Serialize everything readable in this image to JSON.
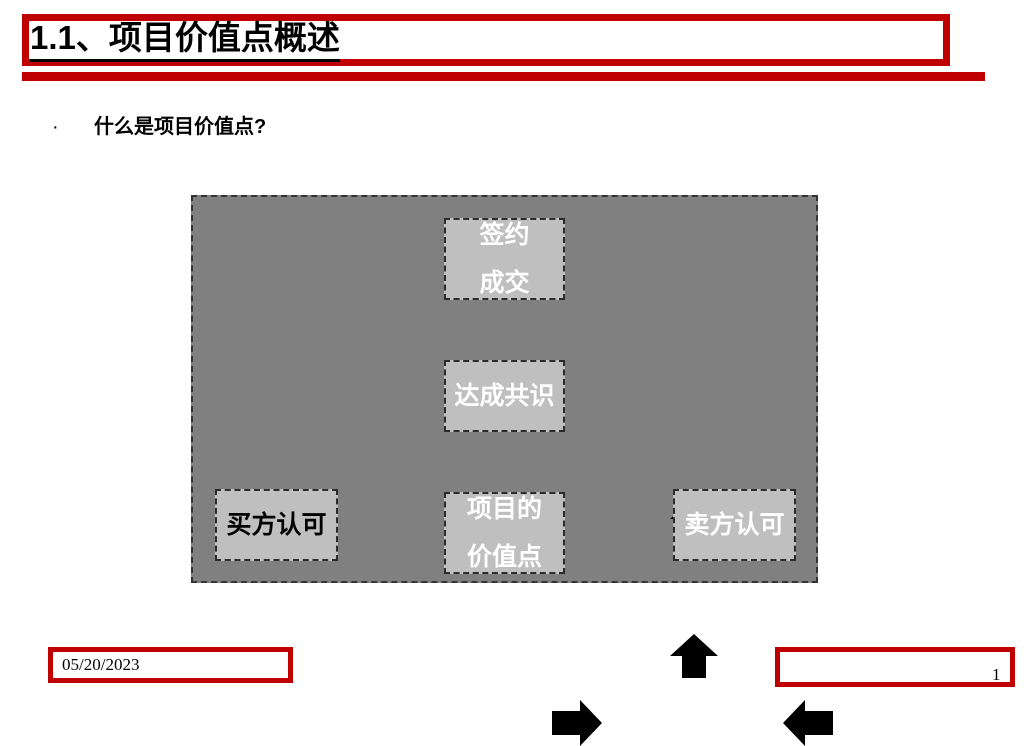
{
  "slide": {
    "title": "1.1、项目价值点概述",
    "bullet_marker": "·",
    "bullet_label": "什么是项目价值点?"
  },
  "diagram": {
    "nodes": {
      "signing_line1": "签约",
      "signing_line2": "成交",
      "consensus": "达成共识",
      "valuepoint_line1": "项目的",
      "valuepoint_line2": "价值点",
      "buyer": "买方认可",
      "seller": "卖方认可"
    },
    "arrows": {
      "up_top": "arrow-up-icon",
      "up_bottom": "arrow-up-icon",
      "right": "arrow-right-icon",
      "left": "arrow-left-icon"
    }
  },
  "footer": {
    "date": "05/20/2023",
    "page_number": "1",
    "placeholder_text": ""
  },
  "colors": {
    "accent_red": "#C00000",
    "container_gray": "#808080",
    "box_gray": "#BFBFBF",
    "text_white": "#FFFFFF",
    "text_black": "#000000"
  }
}
